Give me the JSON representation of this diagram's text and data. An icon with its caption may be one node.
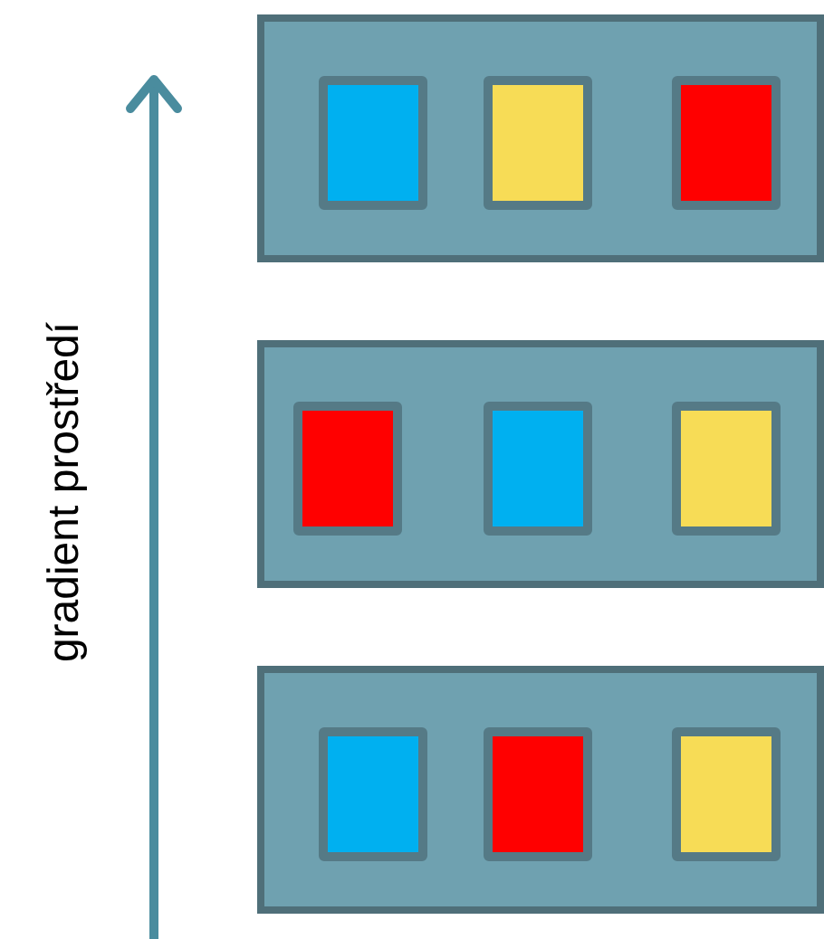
{
  "diagram": {
    "nodes": [
      {
        "text": [],
        "shape": "box"
      },
      {
        "text": [],
        "shape": "box",
        "in": 0
      },
      {
        "text": [],
        "shape": "box",
        "in": 0
      },
      {
        "text": [],
        "shape": "box",
        "in": 0
      },
      {
        "text": [],
        "shape": "box"
      },
      {
        "text": [],
        "shape": "box",
        "in": 4
      },
      {
        "text": [],
        "shape": "box",
        "in": 4
      },
      {
        "text": [],
        "shape": "box",
        "in": 4
      },
      {
        "text": [],
        "shape": "box"
      },
      {
        "text": [],
        "shape": "box",
        "in": 8
      },
      {
        "text": [],
        "shape": "box",
        "in": 8
      },
      {
        "text": [],
        "shape": "box",
        "in": 8
      }
    ],
    "edges": [],
    "labels": [
      "gradient prostředí"
    ]
  }
}
